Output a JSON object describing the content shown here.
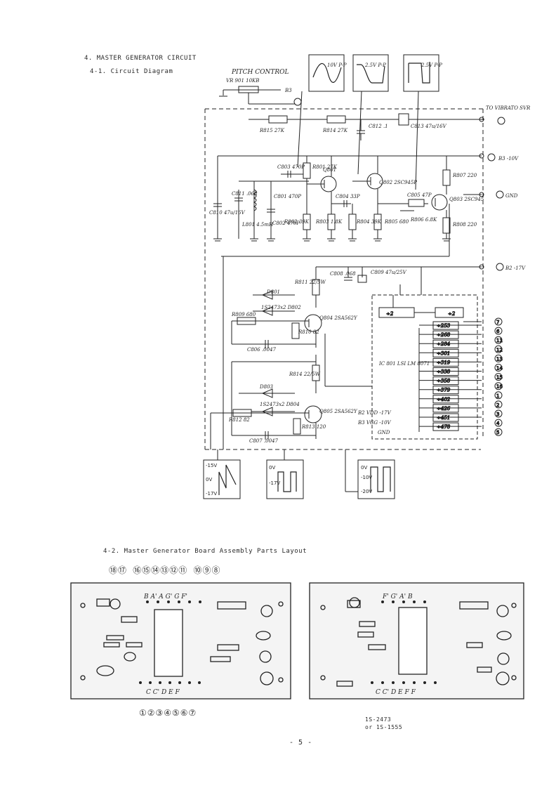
{
  "section": {
    "heading": "4. MASTER GENERATOR CIRCUIT",
    "subheading": "4-1. Circuit Diagram",
    "layout_heading": "4-2. Master Generator Board Assembly Parts Layout"
  },
  "schematic": {
    "pitch_control": "PITCH CONTROL",
    "pitch_part": "VR 901 10KB",
    "b3": "B3",
    "to_vibrato": "TO VIBRATO SVR",
    "b3_minus10": "B3 -10V",
    "gnd": "GND",
    "b2_minus17": "B2 -17V",
    "scope1": "10V P-P",
    "scope2": "2.5V P-P",
    "scope3": "2.5V P-P",
    "ic_label": "IC 801 LSI LM 8071",
    "vdd_text": "B2  VDD -17V",
    "vgg_text": "B3  VGG -10V",
    "gnd_text": "GND",
    "r815": "R815 27K",
    "r814": "R814 27K",
    "c812": "C812 .1",
    "c813": "C813 47u/16V",
    "r801": "R801 27K",
    "c803": "C803 470P",
    "q801": "Q801",
    "q802": "Q802 2SC945P",
    "c804": "C804 33P",
    "r807": "R807 220",
    "c805": "C805 47P",
    "r806": "R806 6.8K",
    "q803": "Q803 2SC945",
    "r808": "R808 220",
    "c810": "C810 47u/16V",
    "c811": "C811 .068",
    "c801": "C801 470P",
    "l801": "L801 4.5mH",
    "c802": "C802 470P",
    "r802": "R802 39K",
    "r803": "R803 1.8K",
    "r804": "R804 39K",
    "r805": "R805 680",
    "r811": "R811 22/5W",
    "c808": "C808 .068",
    "c809": "C809 47u/25V",
    "d801": "D801",
    "d802": "1S2473x2 D802",
    "r809": "R809 680",
    "q804": "Q804 2SA562Y",
    "r810": "R810 82",
    "c806": "C806 .0047",
    "r814b": "R814 22/5W",
    "d803": "D803",
    "d804": "1S2473x2 D804",
    "r812": "R812 82",
    "q805": "Q805 2SA562Y",
    "r813": "R813 120",
    "c807": "C807 .0047",
    "div_ratios": [
      "÷2",
      "÷2",
      "÷253",
      "÷268",
      "÷284",
      "÷301",
      "÷319",
      "÷338",
      "÷358",
      "÷379",
      "÷402",
      "÷426",
      "÷451",
      "÷478"
    ],
    "out_pins": [
      "7",
      "6",
      "11",
      "12",
      "13",
      "14",
      "15",
      "16",
      "1",
      "2",
      "3",
      "4",
      "5"
    ],
    "wave_a": [
      "-15V",
      "0V",
      "-17V"
    ],
    "wave_b": [
      "0V",
      "-17V"
    ],
    "wave_c": [
      "0V",
      "-10V",
      "-20V"
    ]
  },
  "layout": {
    "top_left_markers": "⑱⑰ ⑯⑮⑭⑬⑫⑪  ⑩⑨⑧",
    "bottom_left_markers": "①②③④⑤⑥⑦",
    "left_letters": "B A' A G' G F'",
    "left_bottom_letters": "C C' D E F",
    "right_letters": "F' G' A' B",
    "right_bottom_letters": "C C' D E F F",
    "note_line1": "1S-2473",
    "note_line2": "or 1S-1555"
  },
  "page_number": "- 5 -"
}
